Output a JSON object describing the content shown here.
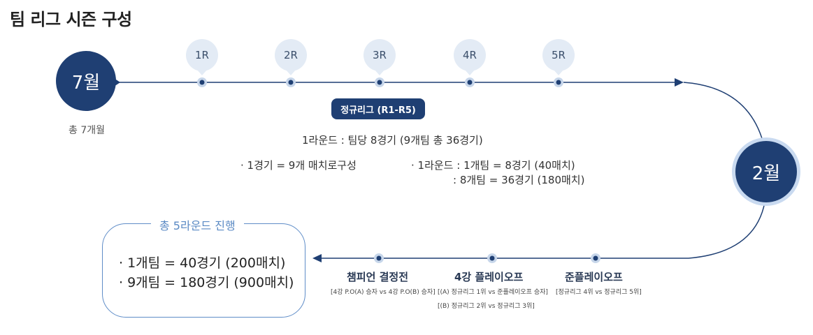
{
  "title": "팀 리그 시즌 구성",
  "start_month": "7월",
  "end_month": "2월",
  "duration_caption": "총 7개월",
  "rounds": [
    "1R",
    "2R",
    "3R",
    "4R",
    "5R"
  ],
  "regular_league": {
    "label": "정규리그 (R1-R5)",
    "round_desc": "1라운드 : 팀당 8경기 (9개팀 총 36경기)",
    "game_desc": "· 1경기 = 9개 매치로구성",
    "round_detail_1": "· 1라운드 : 1개팀 = 8경기 (40매치)",
    "round_detail_2": ": 8개팀 = 36경기 (180매치)"
  },
  "summary": {
    "title": "총 5라운드 진행",
    "line1": "· 1개팀 = 40경기 (200매치)",
    "line2": "· 9개팀 = 180경기 (900매치)"
  },
  "playoffs": {
    "final": {
      "title": "챔피언 결정전",
      "sub1": "[4강 P.O(A) 승자 vs 4강 P.O(B) 승자]"
    },
    "semi": {
      "title": "4강 플레이오프",
      "sub1": "[(A) 정규리그 1위 vs 준플레이오프 승자]",
      "sub2": "[(B) 정규리그 2위 vs 정규리그 3위]"
    },
    "quarter": {
      "title": "준플레이오프",
      "sub1": "[정규리그 4위 vs 정규리그 5위]"
    }
  },
  "colors": {
    "navy": "#1f3f73",
    "line": "#1f3f73",
    "light_bubble": "#e3ebf5",
    "summary_border": "#5f8dc8"
  }
}
